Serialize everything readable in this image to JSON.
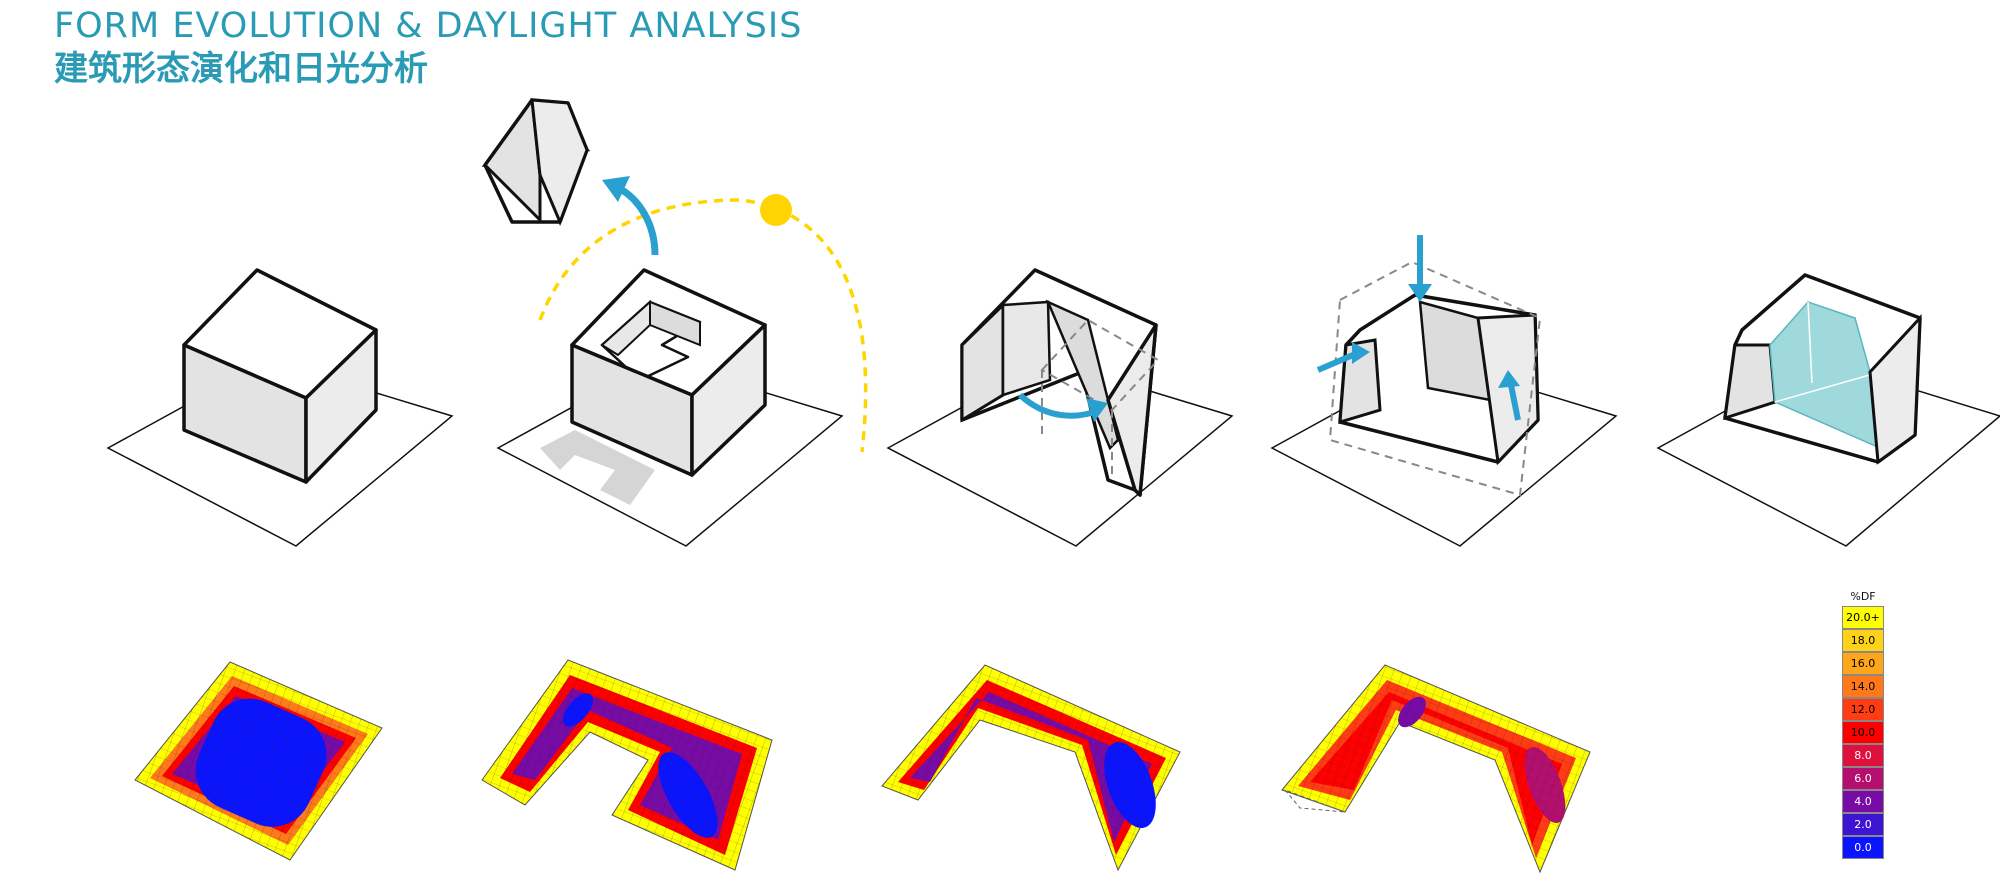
{
  "header": {
    "title_en": "FORM EVOLUTION & DAYLIGHT ANALYSIS",
    "title_cn": "建筑形态演化和日光分析"
  },
  "legend": {
    "title": "%DF",
    "items": [
      {
        "label": "20.0+",
        "color": "#ffff00"
      },
      {
        "label": "18.0",
        "color": "#ffd21a"
      },
      {
        "label": "16.0",
        "color": "#ffa51a"
      },
      {
        "label": "14.0",
        "color": "#ff781a"
      },
      {
        "label": "12.0",
        "color": "#ff3c14"
      },
      {
        "label": "10.0",
        "color": "#ff0000"
      },
      {
        "label": "8.0",
        "color": "#e0103c"
      },
      {
        "label": "6.0",
        "color": "#b40f6e"
      },
      {
        "label": "4.0",
        "color": "#780aa5"
      },
      {
        "label": "2.0",
        "color": "#3c14d2"
      },
      {
        "label": "0.0",
        "color": "#0a14ff"
      }
    ]
  },
  "colors": {
    "accent": "#2a9bb5",
    "arrow": "#2aa0d0",
    "sun": "#ffd400",
    "glass": "#9fd9dc"
  }
}
